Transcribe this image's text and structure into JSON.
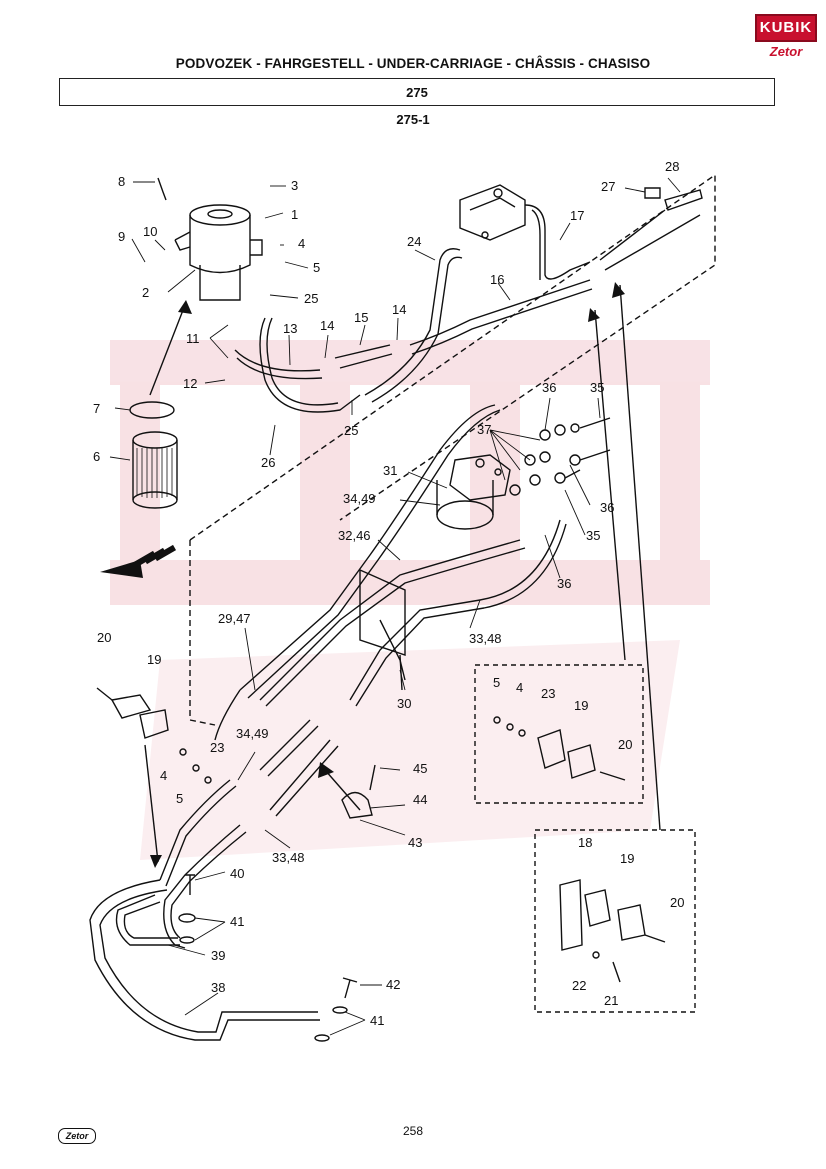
{
  "header": {
    "title": "PODVOZEK - FAHRGESTELL - UNDER-CARRIAGE - CHÂSSIS - CHASISO",
    "section": "275",
    "subsection": "275-1"
  },
  "logo": {
    "brand_top": "KUBIK",
    "brand_bottom": "Zetor",
    "brand_color": "#c8102e"
  },
  "callouts": {
    "c1": "1",
    "c2": "2",
    "c3": "3",
    "c4": "4",
    "c5": "5",
    "c6": "6",
    "c7": "7",
    "c8": "8",
    "c9": "9",
    "c10": "10",
    "c11": "11",
    "c12": "12",
    "c13": "13",
    "c14a": "14",
    "c14b": "14",
    "c15": "15",
    "c16": "16",
    "c17": "17",
    "c24": "24",
    "c25a": "25",
    "c25b": "25",
    "c26": "26",
    "c27": "27",
    "c28": "28",
    "c31": "31",
    "c35a": "35",
    "c35b": "35",
    "c36a": "36",
    "c36b": "36",
    "c36c": "36",
    "c37": "37",
    "c3449a": "34,49",
    "c3246": "32,46",
    "c2947": "29,47",
    "c3348a": "33,48",
    "c30": "30",
    "c20a": "20",
    "c19a": "19",
    "c23a": "23",
    "c4a": "4",
    "c5a": "5",
    "c3449b": "34,49",
    "c45": "45",
    "c44": "44",
    "c43": "43",
    "c3348b": "33,48",
    "c40": "40",
    "c41a": "41",
    "c39": "39",
    "c38": "38",
    "c42": "42",
    "c41b": "41",
    "c5b": "5",
    "c4b": "4",
    "c23b": "23",
    "c19b": "19",
    "c20b": "20",
    "c18": "18",
    "c19c": "19",
    "c20c": "20",
    "c22": "22",
    "c21": "21"
  },
  "footer": {
    "page_number": "258",
    "logo_text": "Zetor"
  }
}
